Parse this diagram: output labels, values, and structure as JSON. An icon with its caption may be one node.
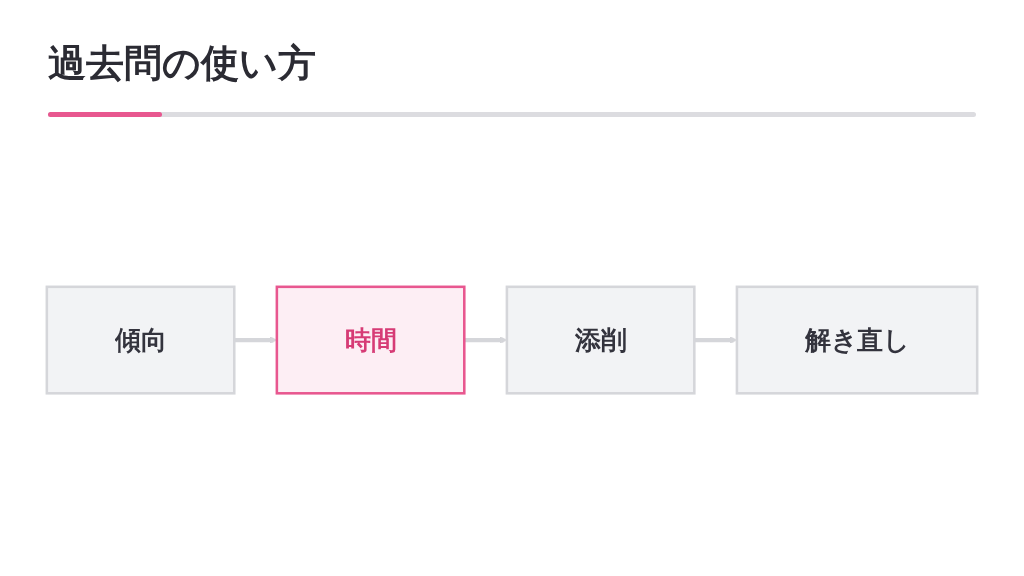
{
  "diagram": {
    "title": "過去問の使い方",
    "nodes": [
      {
        "text": [
          "傾向"
        ]
      },
      {
        "text": [
          "時間"
        ]
      },
      {
        "text": [
          "添削"
        ]
      },
      {
        "text": [
          "解き直し"
        ]
      }
    ],
    "edges": [
      {
        "from": 0,
        "to": 1,
        "arrow": "to"
      },
      {
        "from": 1,
        "to": 2,
        "arrow": "to"
      },
      {
        "from": 2,
        "to": 3,
        "arrow": "to"
      }
    ]
  }
}
